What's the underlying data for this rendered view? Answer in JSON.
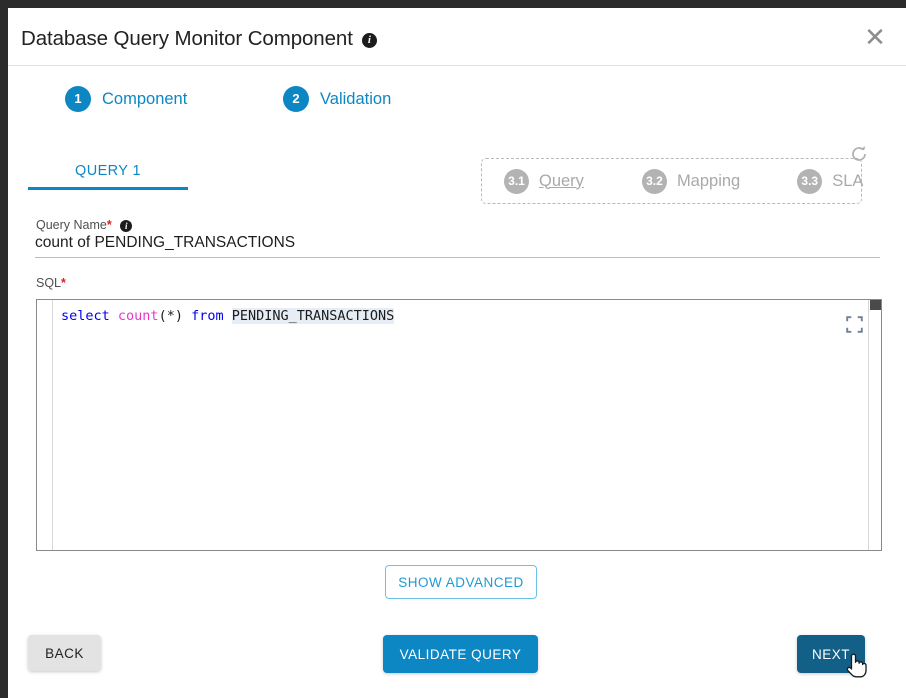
{
  "dialog": {
    "title": "Database Query Monitor Component",
    "title_info_icon": "info-icon",
    "close_icon": "close-icon",
    "close_glyph": "✕"
  },
  "stepper": {
    "steps": [
      {
        "num": "1",
        "label": "Component",
        "state": "active",
        "color": "#0d87c4"
      },
      {
        "num": "2",
        "label": "Validation",
        "state": "active",
        "color": "#0d87c4"
      }
    ],
    "substeps": {
      "refresh_icon": "refresh-icon",
      "items": [
        {
          "num": "3.1",
          "label": "Query",
          "state": "disabled-linked",
          "color": "#b3b3b3"
        },
        {
          "num": "3.2",
          "label": "Mapping",
          "state": "disabled",
          "color": "#b3b3b3"
        },
        {
          "num": "3.3",
          "label": "SLA",
          "state": "disabled",
          "color": "#b3b3b3"
        }
      ]
    }
  },
  "tabs": [
    {
      "label": "QUERY 1",
      "active": true
    }
  ],
  "form": {
    "query_name": {
      "label": "Query Name",
      "required_marker": "*",
      "info_icon": "info-icon",
      "value": "count of PENDING_TRANSACTIONS",
      "placeholder": "Query Name"
    },
    "sql": {
      "label": "SQL",
      "required_marker": "*",
      "expand_icon": "fullscreen-expand-icon",
      "value": "select count(*) from PENDING_TRANSACTIONS",
      "tokens": [
        {
          "text": "select",
          "type": "keyword",
          "color": "#0000ee"
        },
        {
          "text": " ",
          "type": "plain",
          "color": "#1b1b1b"
        },
        {
          "text": "count",
          "type": "function",
          "color": "#e838c8"
        },
        {
          "text": "(*)",
          "type": "punct",
          "color": "#1b1b1b"
        },
        {
          "text": " ",
          "type": "plain",
          "color": "#1b1b1b"
        },
        {
          "text": "from",
          "type": "keyword",
          "color": "#0000ee"
        },
        {
          "text": " ",
          "type": "plain",
          "color": "#1b1b1b"
        },
        {
          "text": "PENDING_TRANSACTIONS",
          "type": "table",
          "color": "#1b1b1b"
        }
      ]
    }
  },
  "buttons": {
    "show_advanced": "SHOW ADVANCED",
    "back": "BACK",
    "validate_query": "VALIDATE QUERY",
    "next": "NEXT"
  },
  "colors": {
    "accent_blue": "#0d87c4",
    "accent_blue_dark": "#125f87",
    "disabled_grey": "#b3b3b3",
    "required_red": "#e02020"
  },
  "cursor": {
    "icon": "pointing-hand-cursor",
    "over": "next-button"
  }
}
